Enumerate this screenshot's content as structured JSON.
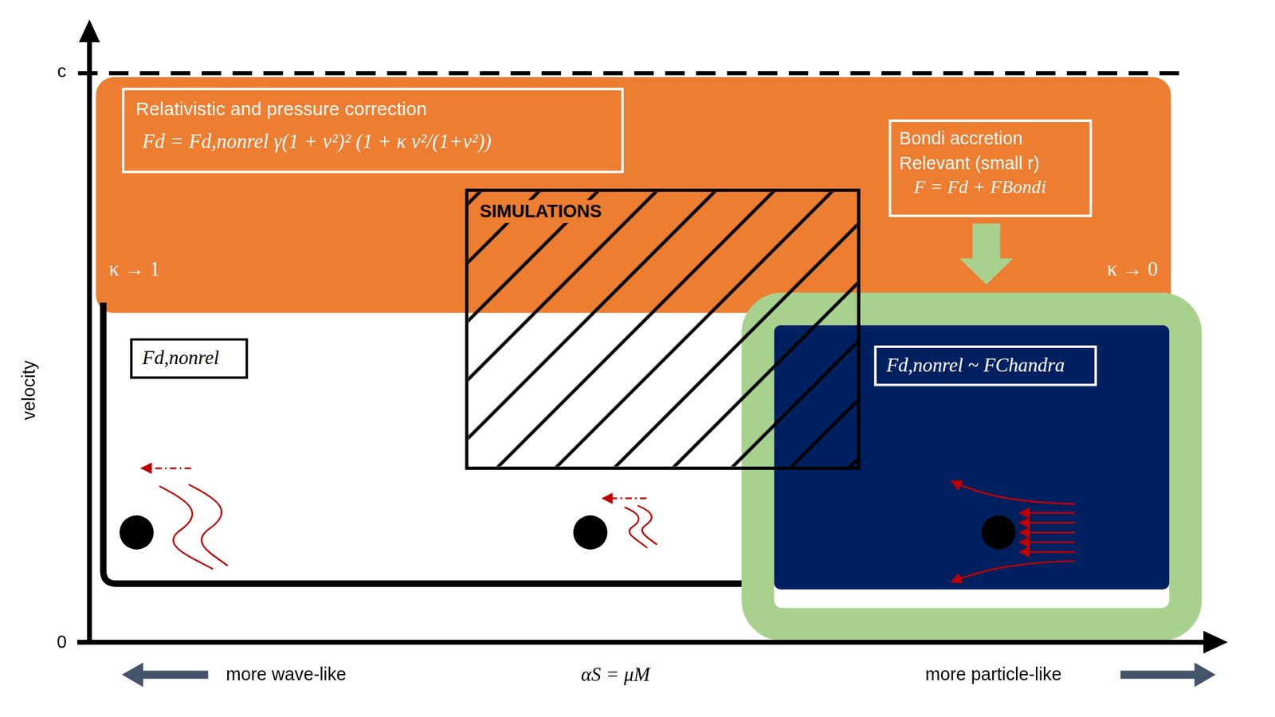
{
  "diagram": {
    "nodes": [
      {
        "text": [
          "κ → 1",
          "κ → 0"
        ]
      },
      {
        "text": [
          "Relativistic and pressure correction",
          "Fd = Fd,nonrel γ(1 + v²)² (1 + κ v²/(1+v²))"
        ],
        "in": 0
      },
      {
        "text": [
          "Bondi accretion Relevant (small r)",
          "F = Fd + FBondi"
        ],
        "in": 0
      },
      {
        "text": [
          "SIMULATIONS"
        ]
      },
      {
        "text": [
          "Fd,nonrel"
        ]
      },
      {
        "text": [
          "Fd,nonrel ~ FChandra"
        ]
      }
    ],
    "labels": [
      "c",
      "0",
      "velocity",
      "more wave-like",
      "αS = μM",
      "more particle-like"
    ]
  }
}
